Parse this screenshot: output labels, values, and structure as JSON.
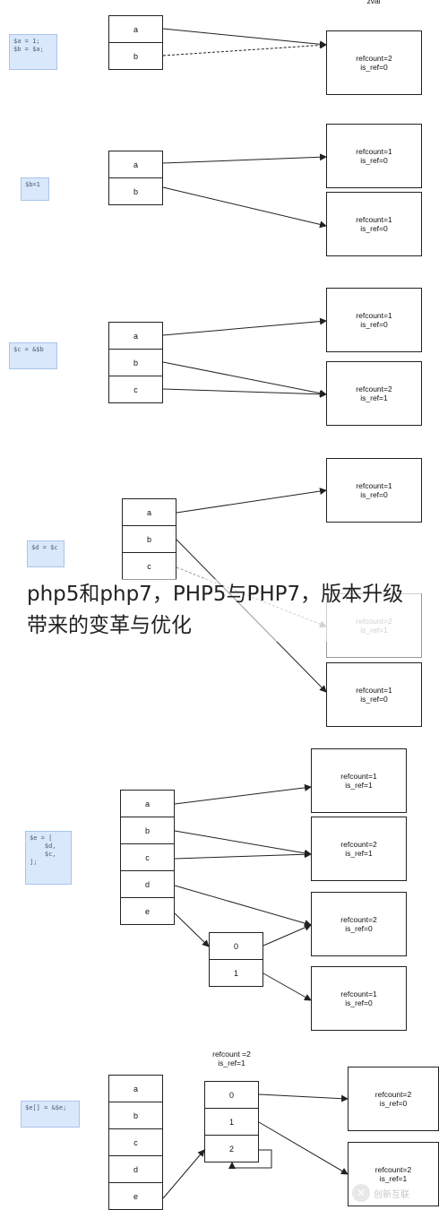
{
  "header_fragment": "zval",
  "sections": [
    {
      "code": "$a = 1;\n$b = $a;",
      "vars": [
        "a",
        "b"
      ],
      "refs": [
        {
          "refcount": "refcount=2",
          "is_ref": "is_ref=0"
        }
      ]
    },
    {
      "code": "$b=1",
      "vars": [
        "a",
        "b"
      ],
      "refs": [
        {
          "refcount": "refcount=1",
          "is_ref": "is_ref=0"
        },
        {
          "refcount": "refcount=1",
          "is_ref": "is_ref=0"
        }
      ]
    },
    {
      "code": "$c = &$b",
      "vars": [
        "a",
        "b",
        "c"
      ],
      "refs": [
        {
          "refcount": "refcount=1",
          "is_ref": "is_ref=0"
        },
        {
          "refcount": "refcount=2",
          "is_ref": "is_ref=1"
        }
      ]
    },
    {
      "code": "$d = $c",
      "vars": [
        "a",
        "b",
        "c"
      ],
      "refs": [
        {
          "refcount": "refcount=1",
          "is_ref": "is_ref=0"
        },
        {
          "refcount": "refcount=2",
          "is_ref": "is_ref=1"
        },
        {
          "refcount": "refcount=1",
          "is_ref": "is_ref=0"
        }
      ]
    },
    {
      "code": "$e = [\n    $d,\n    $c,\n];",
      "vars": [
        "a",
        "b",
        "c",
        "d",
        "e"
      ],
      "array_cells": [
        "0",
        "1"
      ],
      "refs": [
        {
          "refcount": "refcount=1",
          "is_ref": "is_ref=1"
        },
        {
          "refcount": "refcount=2",
          "is_ref": "is_ref=1"
        },
        {
          "refcount": "refcount=2",
          "is_ref": "is_ref=0"
        },
        {
          "refcount": "refcount=1",
          "is_ref": "is_ref=0"
        }
      ]
    },
    {
      "code": "$e[] = &$e;",
      "vars": [
        "a",
        "b",
        "c",
        "d",
        "e"
      ],
      "array_label": {
        "refcount": "refcount =2",
        "is_ref": "is_ref=1"
      },
      "array_cells": [
        "0",
        "1",
        "2"
      ],
      "refs": [
        {
          "refcount": "refcount=2",
          "is_ref": "is_ref=0"
        },
        {
          "refcount": "refcount=2",
          "is_ref": "is_ref=1"
        }
      ]
    }
  ],
  "overlay_title": "php5和php7，PHP5与PHP7，版本升级带来的变革与优化",
  "watermark": "创新互联"
}
